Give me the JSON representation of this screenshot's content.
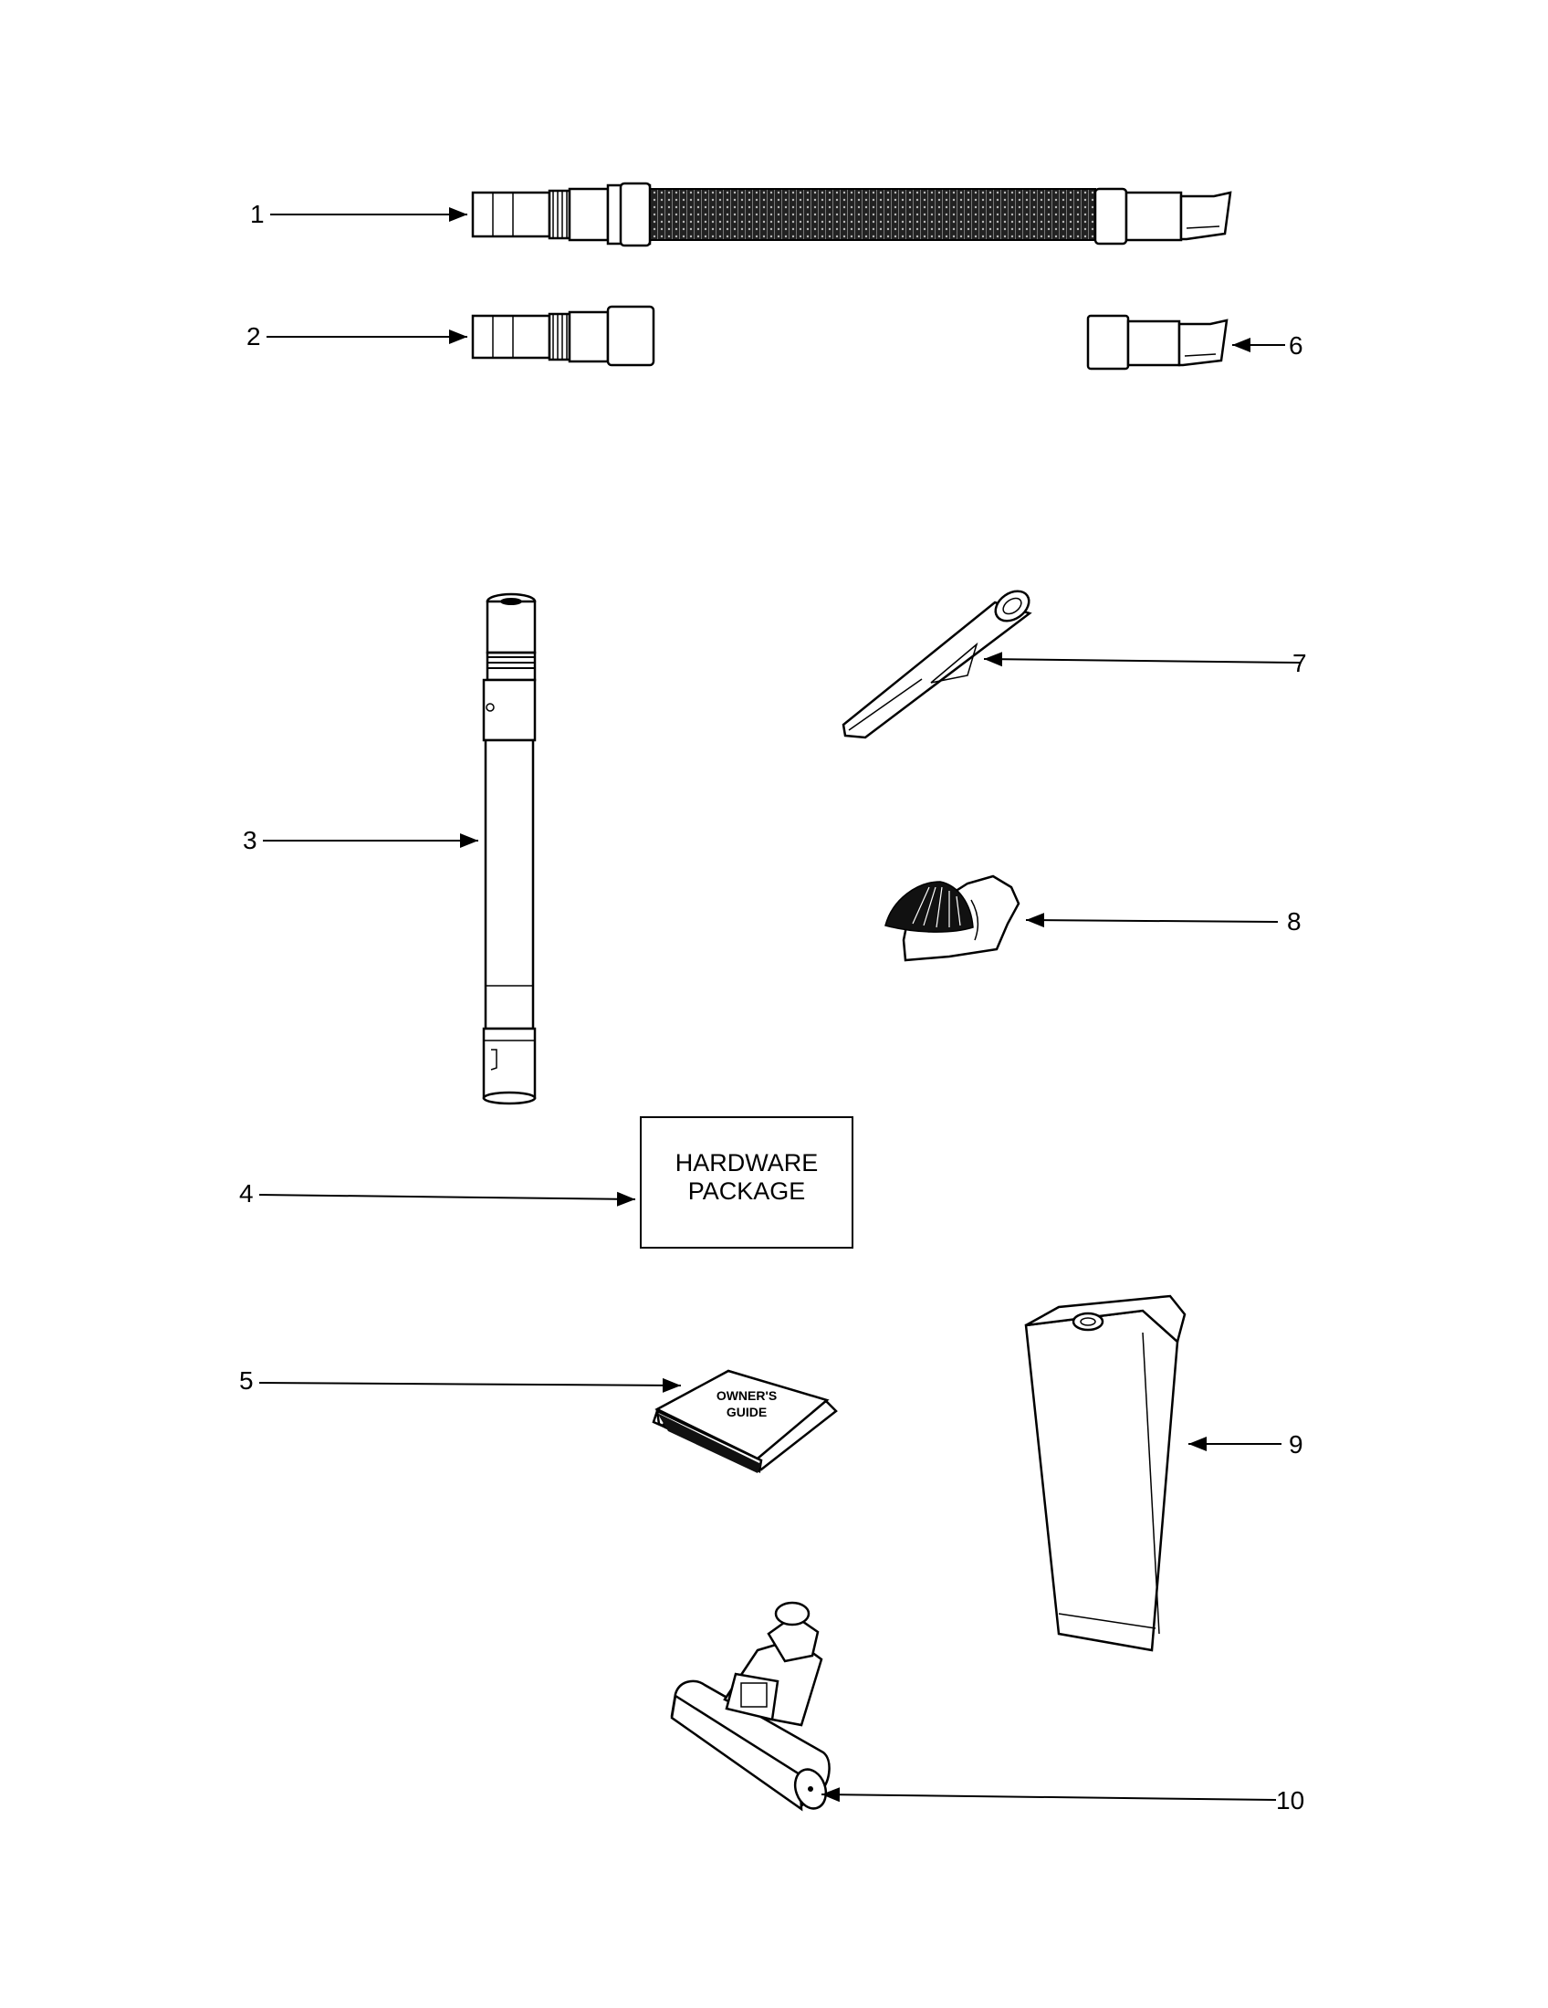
{
  "parts": [
    {
      "number": "1"
    },
    {
      "number": "2"
    },
    {
      "number": "3"
    },
    {
      "number": "4",
      "label_lines": [
        "HARDWARE",
        "PACKAGE"
      ]
    },
    {
      "number": "5",
      "label_lines": [
        "OWNER'S",
        "GUIDE"
      ]
    },
    {
      "number": "6"
    },
    {
      "number": "7"
    },
    {
      "number": "8"
    },
    {
      "number": "9"
    },
    {
      "number": "10"
    }
  ],
  "colors": {
    "ink": "#000000",
    "paper": "#ffffff"
  }
}
